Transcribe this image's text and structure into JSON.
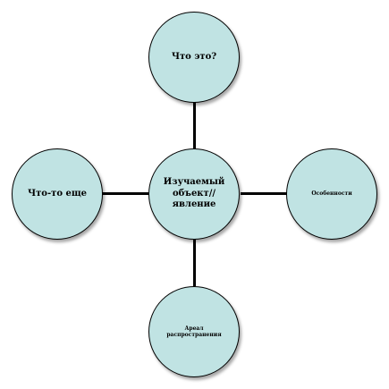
{
  "diagram": {
    "node_fill": "#c0e3e3",
    "border_color": "#000000",
    "line_color": "#000000",
    "center": {
      "label": "Изучаемый объект// явление"
    },
    "top": {
      "label": "Что это?"
    },
    "left": {
      "label": "Что-то еще"
    },
    "right": {
      "label": "Особенности"
    },
    "bottom": {
      "label": "Ареал распространения"
    }
  }
}
